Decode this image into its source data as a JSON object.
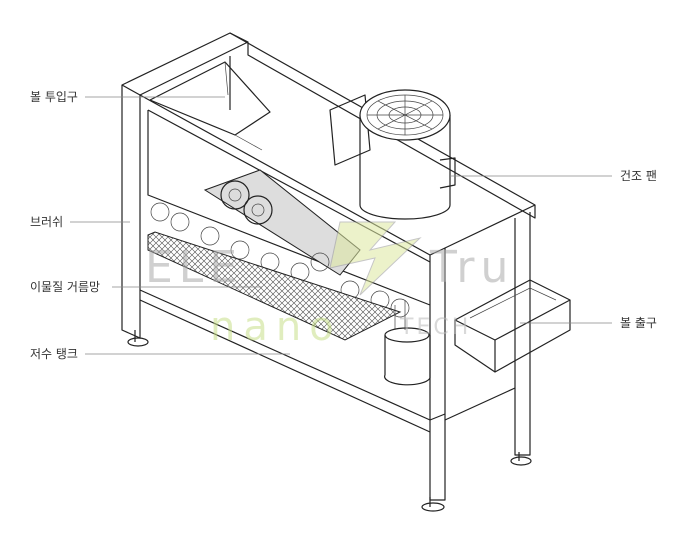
{
  "labels": {
    "ball_inlet": "볼 투입구",
    "drying_fan": "건조 팬",
    "brush": "브러쉬",
    "debris_filter": "이물질 거름망",
    "ball_outlet": "볼 출구",
    "water_tank": "저수 탱크"
  },
  "watermark": {
    "line1": "ELECTRU",
    "line2": "NANOTECH",
    "accent_color": "#c8e08a"
  }
}
